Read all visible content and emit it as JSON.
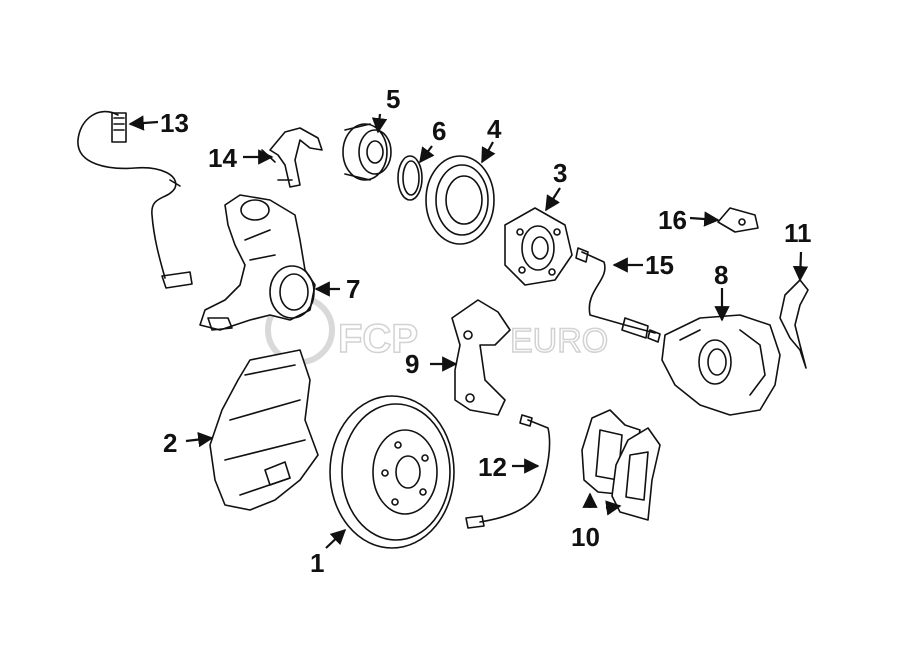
{
  "watermark": {
    "brand_fcp": "FCP",
    "brand_euro": "EURO"
  },
  "callouts": {
    "c1": "1",
    "c2": "2",
    "c3": "3",
    "c4": "4",
    "c5": "5",
    "c6": "6",
    "c7": "7",
    "c8": "8",
    "c9": "9",
    "c10": "10",
    "c11": "11",
    "c12": "12",
    "c13": "13",
    "c14": "14",
    "c15": "15",
    "c16": "16"
  }
}
